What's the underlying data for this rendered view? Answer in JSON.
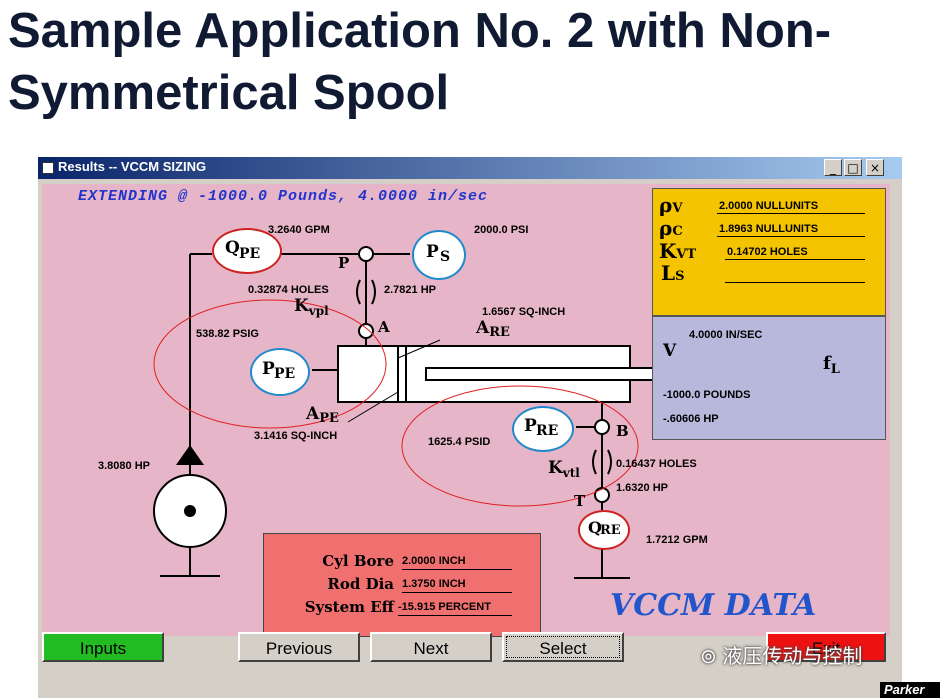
{
  "slide": {
    "title": "Sample Application No. 2 with Non-Symmetrical Spool"
  },
  "window": {
    "title": "Results -- VCCM SIZING",
    "min_glyph": "_",
    "max_glyph": "□",
    "close_glyph": "×"
  },
  "header": "EXTENDING @ -1000.0 Pounds, 4.0000 in/sec",
  "diagram": {
    "qpe_flow": "3.2640 GPM",
    "ps_pressure": "2000.0 PSI",
    "port_p": "P",
    "port_a": "A",
    "port_b": "B",
    "port_t": "T",
    "kvpl_holes": "0.32874 HOLES",
    "kvpl_label": "K",
    "kvpl_sub": "vpl",
    "ps_hp": "2.7821 HP",
    "are_area": "1.6567 SQ-INCH",
    "are_label": "A",
    "are_sub": "RE",
    "pe_pressure": "538.82 PSIG",
    "ape_label": "A",
    "ape_sub": "PE",
    "ape_area": "3.1416 SQ-INCH",
    "pump_hp": "3.8080 HP",
    "re_pressure": "1625.4 PSID",
    "kvtl_holes": "0.16437 HOLES",
    "kvtl_label": "K",
    "kvtl_sub": "vtl",
    "kvtl_hp": "1.6320 HP",
    "qre_flow": "1.7212 GPM",
    "gauge_qpe": {
      "main": "Q",
      "sub": "PE"
    },
    "gauge_ps": {
      "main": "P",
      "sub": "S"
    },
    "gauge_ppe": {
      "main": "P",
      "sub": "PE"
    },
    "gauge_pre": {
      "main": "P",
      "sub": "RE"
    },
    "gauge_qre": {
      "main": "Q",
      "sub": "RE"
    }
  },
  "props": [
    {
      "sym": "ρ",
      "sub": "V",
      "value": "2.0000 NULLUNITS"
    },
    {
      "sym": "ρ",
      "sub": "C",
      "value": "1.8963 NULLUNITS"
    },
    {
      "sym": "K",
      "sub": "VT",
      "value": "0.14702 HOLES"
    },
    {
      "sym": "L",
      "sub": "S",
      "value": ""
    }
  ],
  "load": {
    "velocity": "4.0000 IN/SEC",
    "v_label": "V",
    "fl_label": "f",
    "fl_sub": "L",
    "force": "-1000.0 POUNDS",
    "power": "-.60606 HP"
  },
  "cylinder": {
    "rows": [
      {
        "label": "Cyl Bore",
        "value": "2.0000 INCH"
      },
      {
        "label": "Rod Dia",
        "value": "1.3750 INCH"
      },
      {
        "label": "System Eff",
        "value": "-15.915 PERCENT"
      }
    ]
  },
  "brand_text": "VCCM DATA",
  "buttons": {
    "inputs": "Inputs",
    "previous": "Previous",
    "next": "Next",
    "select": "Select",
    "exit": "Exit"
  },
  "watermark": "液压传动与控制",
  "corner_logo": "Parker",
  "colors": {
    "panel": "#e6b6c8",
    "props": "#f5c400",
    "load": "#b8b8dd",
    "cylinder_box": "#f07070",
    "inputs_button": "#22bb22",
    "exit_button": "#ee1111",
    "brand": "#2255cc"
  }
}
